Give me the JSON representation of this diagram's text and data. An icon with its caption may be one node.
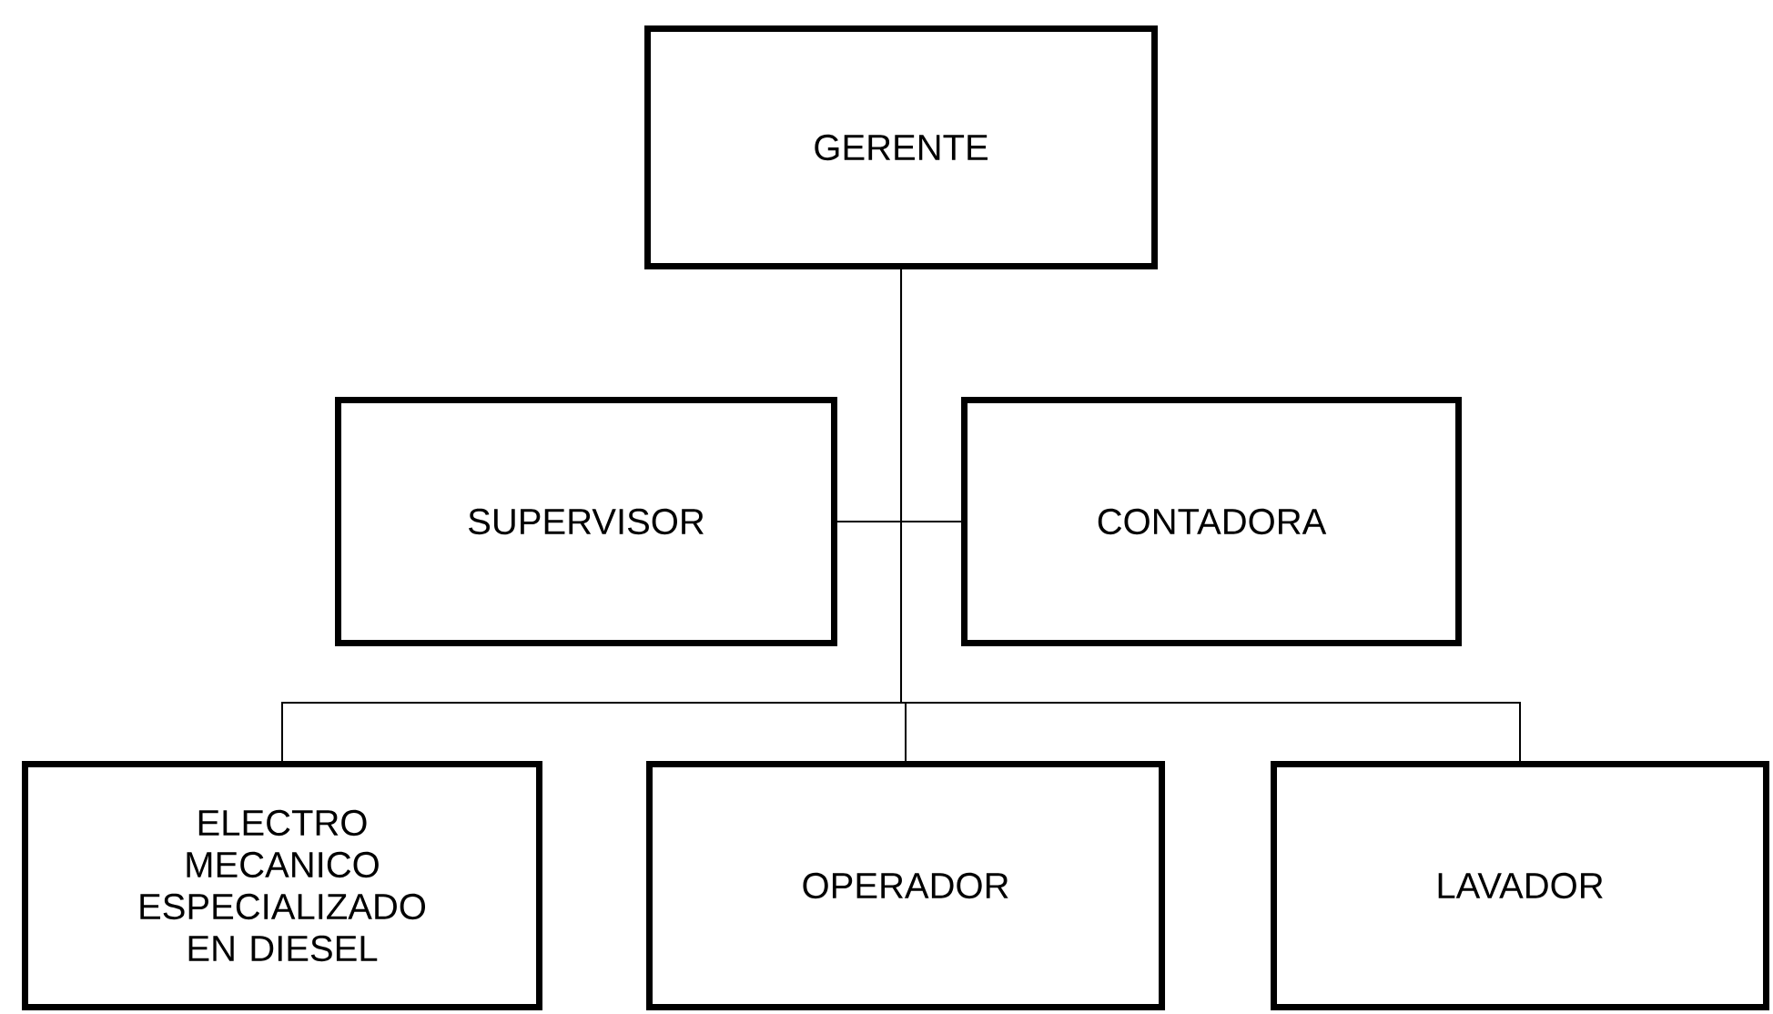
{
  "diagram": {
    "nodes": [
      {
        "text": [
          "GERENTE"
        ]
      },
      {
        "text": [
          "SUPERVISOR"
        ]
      },
      {
        "text": [
          "CONTADORA"
        ]
      },
      {
        "text": [
          "ELECTRO MECANICO ESPECIALIZADO EN DIESEL"
        ]
      },
      {
        "text": [
          "OPERADOR"
        ]
      },
      {
        "text": [
          "LAVADOR"
        ]
      }
    ],
    "edges": [
      {
        "from": 0,
        "to": 1,
        "arrow": "none"
      },
      {
        "from": 0,
        "to": 2,
        "arrow": "none"
      },
      {
        "from": 0,
        "to": 3,
        "arrow": "none"
      },
      {
        "from": 0,
        "to": 4,
        "arrow": "none"
      },
      {
        "from": 0,
        "to": 5,
        "arrow": "none"
      }
    ]
  }
}
